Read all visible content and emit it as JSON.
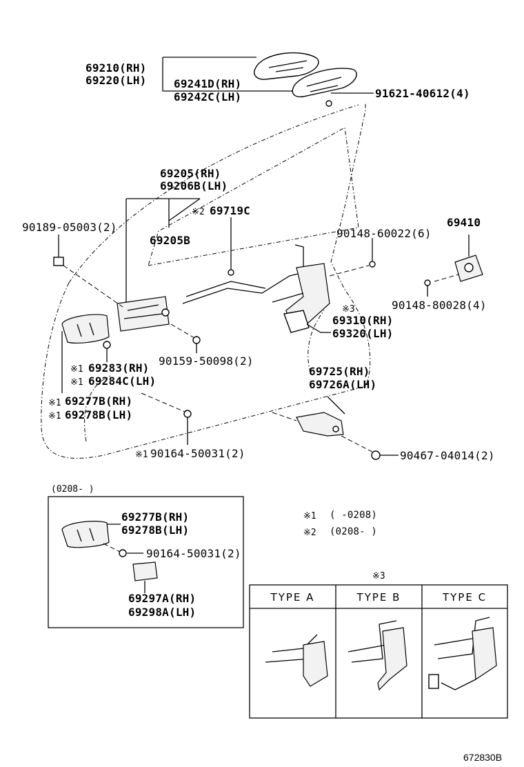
{
  "labels": {
    "p69210": "69210(RH)",
    "p69220": "69220(LH)",
    "p69241": "69241D(RH)",
    "p69242": "69242C(LH)",
    "p91621": "91621-40612(4)",
    "p69205rh": "69205(RH)",
    "p69206": "69206B(LH)",
    "p69719": "69719C",
    "p69719mark": "※2",
    "p90189": "90189-05003(2)",
    "p69205b": "69205B",
    "p90148a": "90148-60022(6)",
    "p69410": "69410",
    "p90148b": "90148-80028(4)",
    "p69310mark": "※3",
    "p69310": "69310(RH)",
    "p69320": "69320(LH)",
    "p90159": "90159-50098(2)",
    "p69283": "69283(RH)",
    "p69283mark": "※1",
    "p69284": "69284C(LH)",
    "p69284mark": "※1",
    "p69277": "69277B(RH)",
    "p69277mark": "※1",
    "p69278": "69278B(LH)",
    "p69278mark": "※1",
    "p69725": "69725(RH)",
    "p69726": "69726A(LH)",
    "p90164": "90164-50031(2)",
    "p90164mark": "※1",
    "p90467": "90467-04014(2)"
  },
  "inset": {
    "range": "(0208-    )",
    "p69277": "69277B(RH)",
    "p69278": "69278B(LH)",
    "p90164": "90164-50031(2)",
    "p69297": "69297A(RH)",
    "p69298": "69298A(LH)"
  },
  "legend": {
    "n1mark": "※1",
    "n1range": "(      -0208)",
    "n2mark": "※2",
    "n2range": "(0208-      )"
  },
  "types": {
    "mark": "※3",
    "a": "TYPE A",
    "b": "TYPE B",
    "c": "TYPE C"
  },
  "code": "672830B"
}
